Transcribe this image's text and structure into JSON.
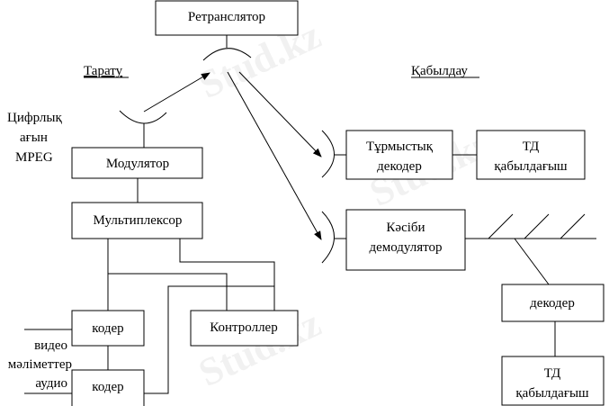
{
  "transmit_label": "Тарату",
  "receive_label": "Қабылдау",
  "relay": "Ретранслятор",
  "stream_label": [
    "Цифрлық",
    "ағын",
    "MPEG"
  ],
  "modulator": "Модулятор",
  "multiplexer": "Мультиплексор",
  "coder_video": "кодер",
  "coder_audio": "кодер",
  "controller": "Контроллер",
  "inputs": [
    "видео",
    "мәліметтер",
    "аудио"
  ],
  "home_decoder": [
    "Тұрмыстық",
    "декодер"
  ],
  "tv_receiver_1": [
    "ТД",
    "қабылдағыш"
  ],
  "pro_demodulator": [
    "Кәсіби",
    "демодулятор"
  ],
  "decoder": "декодер",
  "tv_receiver_2": [
    "ТД",
    "қабылдағыш"
  ],
  "watermark": "Stud.kz"
}
